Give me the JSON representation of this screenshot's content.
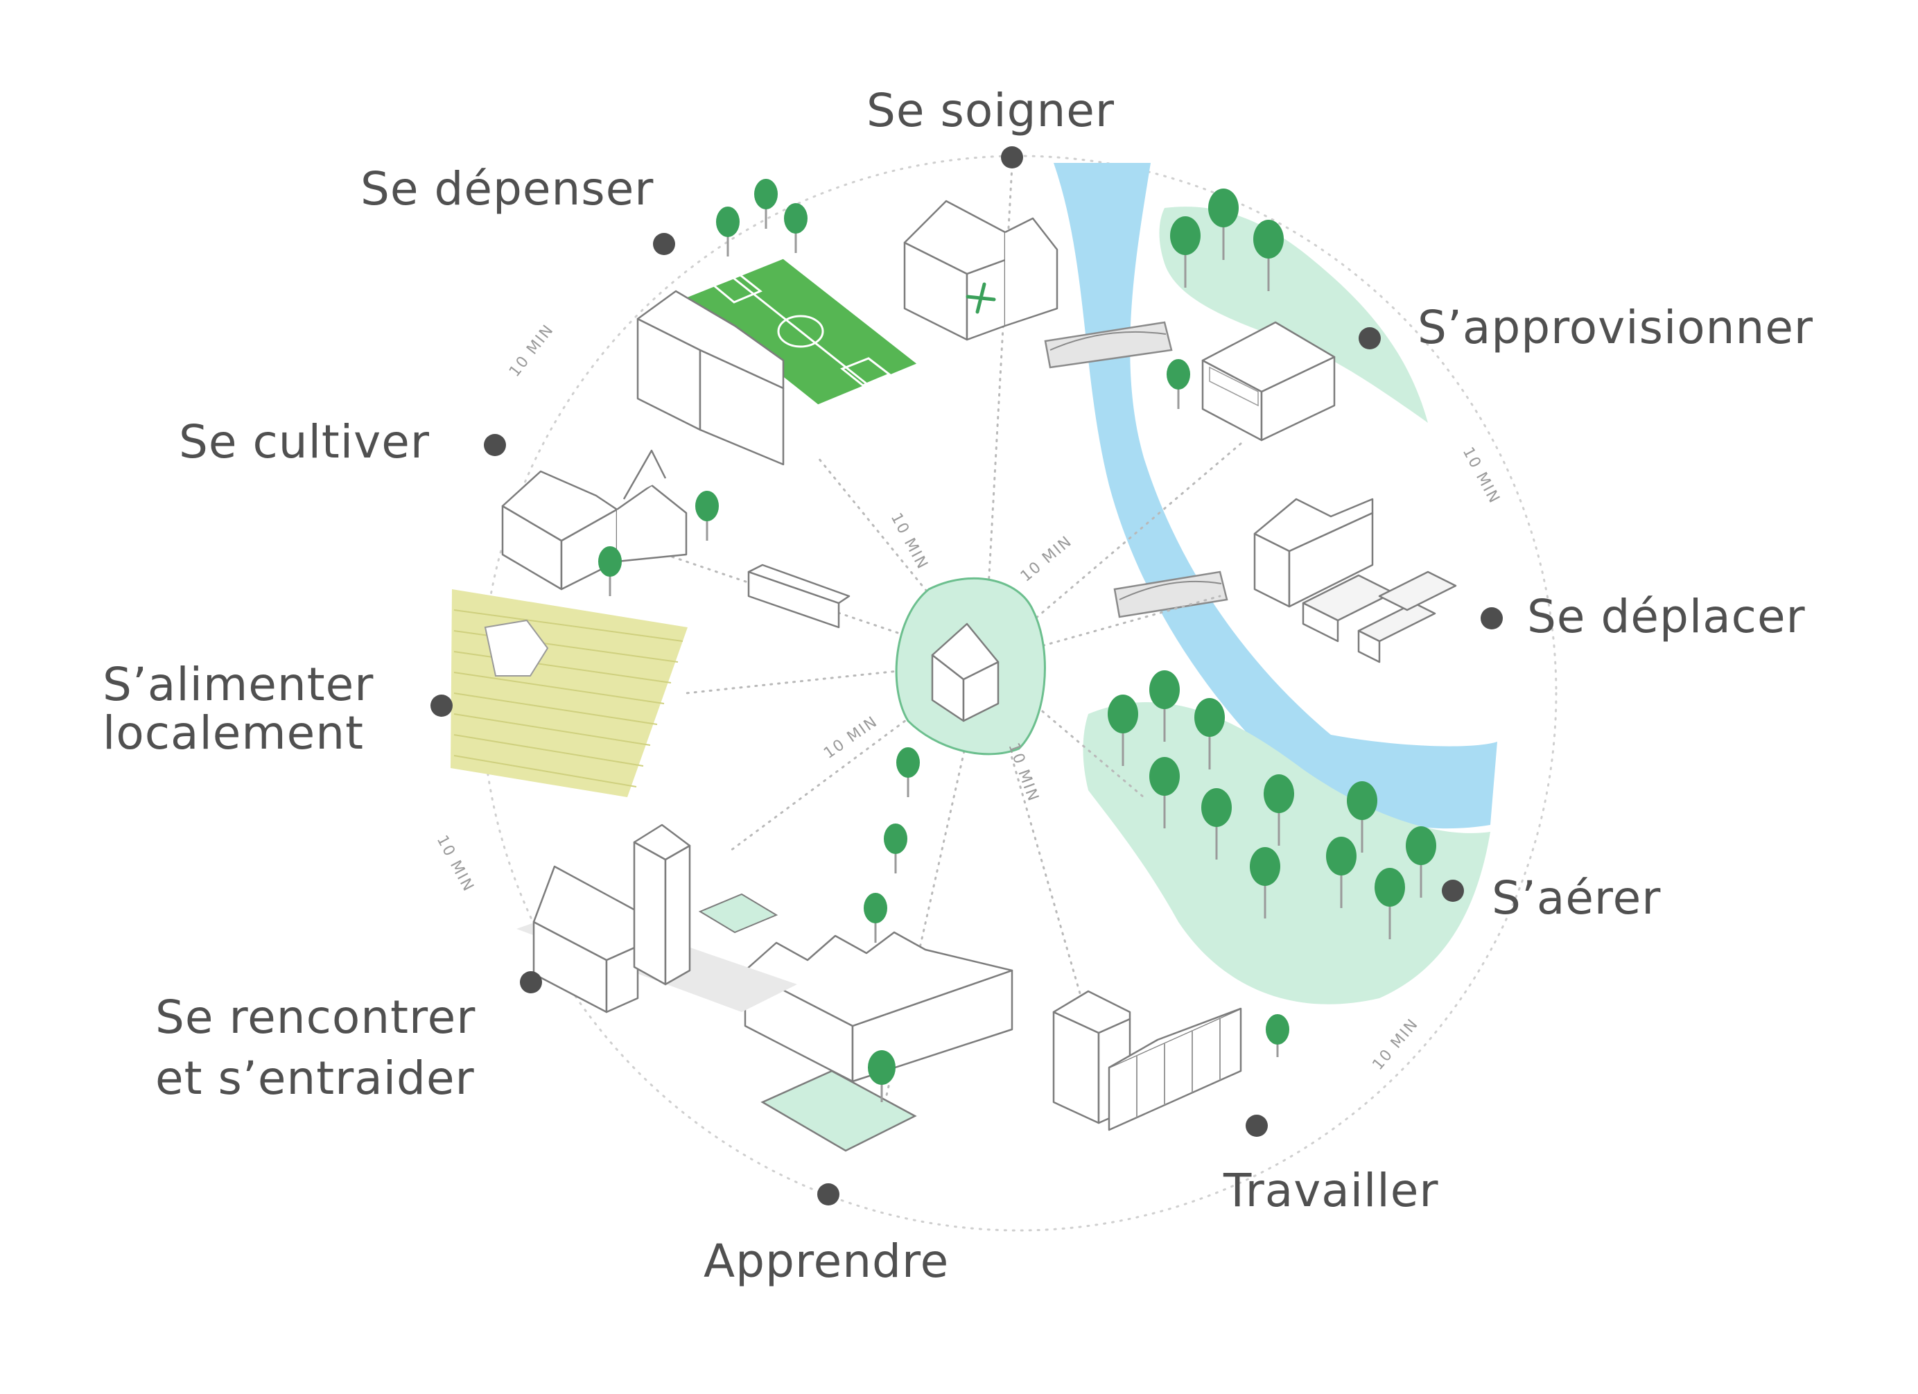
{
  "diagram": {
    "center_icon": "house-icon",
    "ring_labels": [
      "10 MIN",
      "10 MIN",
      "10 MIN",
      "10 MIN"
    ],
    "spoke_labels": [
      "10 MIN",
      "10 MIN",
      "10 MIN",
      "10 MIN"
    ],
    "functions": {
      "se_soigner": "Se soigner",
      "s_approvisionner": "S’approvisionner",
      "se_deplacer": "Se déplacer",
      "s_aerer": "S’aérer",
      "travailler": "Travailler",
      "apprendre": "Apprendre",
      "se_rencontrer_1": "Se rencontrer",
      "se_rencontrer_2": "et s’entraider",
      "s_alimenter_1": "S’alimenter",
      "s_alimenter_2": "localement",
      "se_cultiver": "Se cultiver",
      "se_depenser": "Se dépenser"
    },
    "colors": {
      "river": "#a9dcf3",
      "park": "#cdeedd",
      "trees": "#3aa05a",
      "football_field": "#56b653",
      "farm_field": "#e6e7a6",
      "dots": "#4e4e4e"
    }
  }
}
